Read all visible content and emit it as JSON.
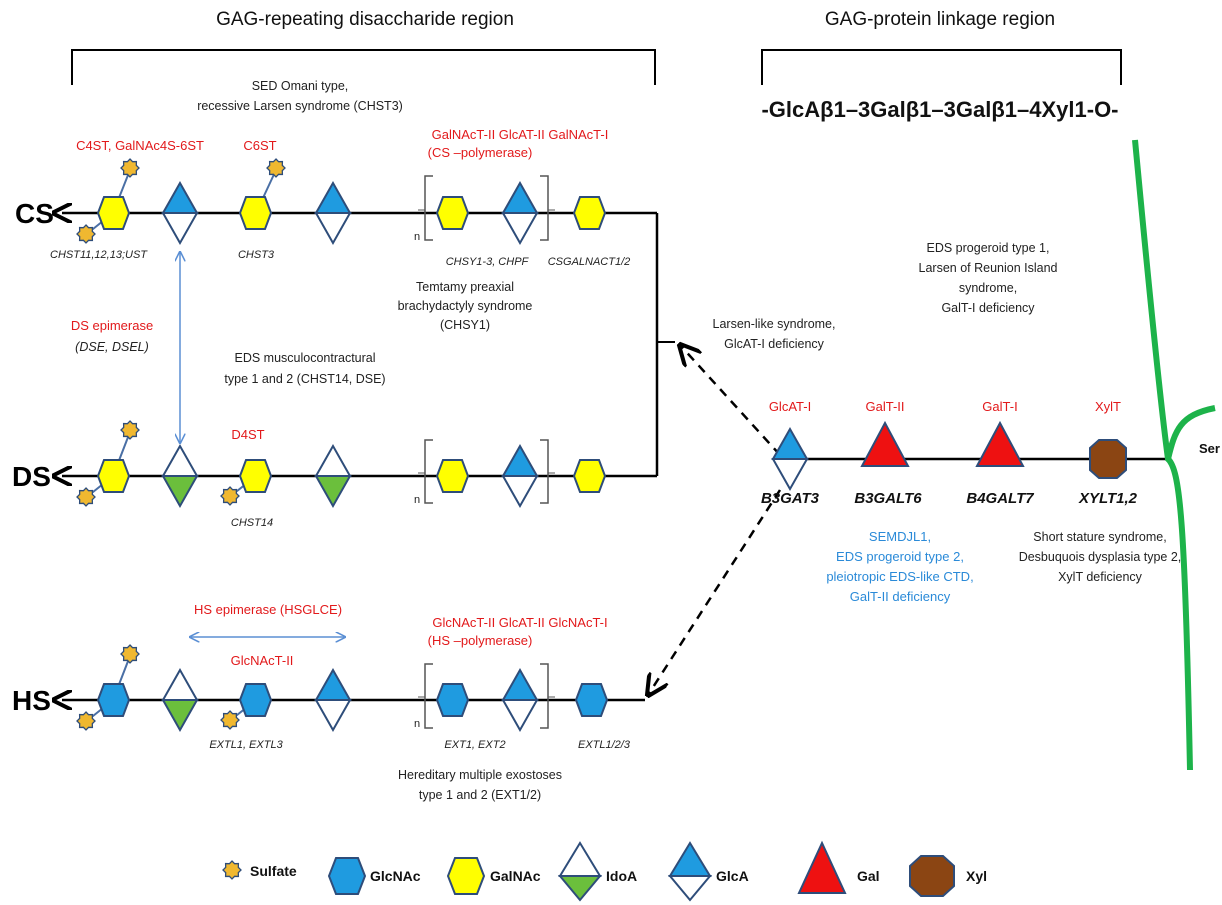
{
  "headers": {
    "repeating_region": "GAG-repeating  disaccharide region",
    "linkage_region": "GAG-protein linkage region",
    "linkage_sequence": "-GlcAβ1–3Galβ1–3Galβ1–4Xyl1-O-"
  },
  "chains": {
    "cs": "CS",
    "ds": "DS",
    "hs": "HS",
    "ser": "Ser"
  },
  "repeat_n": "n",
  "cs_row": {
    "disease_top_line1": "SED Omani type,",
    "disease_top_line2": "recessive Larsen syndrome (CHST3)",
    "enzyme_c4st": "C4ST, GalNAc4S-6ST",
    "enzyme_c6st": "C6ST",
    "enzyme_polymerase_line1": "GalNAcT-II GlcAT-II  GalNAcT-I",
    "enzyme_polymerase_line2": "(CS –polymerase)",
    "gene_chst11": "CHST11,12,13;UST",
    "gene_chst3": "CHST3",
    "gene_chsy": "CHSY1-3, CHPF",
    "gene_csgal": "CSGALNACT1/2",
    "temtamy_line1": "Temtamy preaxial",
    "temtamy_line2": "brachydactyly syndrome",
    "temtamy_line3": "(CHSY1)"
  },
  "ds_row": {
    "epimerase_line1": "DS epimerase",
    "epimerase_line2": "(DSE, DSEL)",
    "eds_line1": "EDS musculocontractural",
    "eds_line2": "type 1 and 2 (CHST14,  DSE)",
    "enzyme_d4st": "D4ST",
    "gene_chst14": "CHST14"
  },
  "hs_row": {
    "epimerase": "HS epimerase (HSGLCE)",
    "enzyme_glcnact2": "GlcNAcT-II",
    "enzyme_polymerase_line1": "GlcNAcT-II GlcAT-II  GlcNAcT-I",
    "enzyme_polymerase_line2": "(HS –polymerase)",
    "gene_extl13": "EXTL1, EXTL3",
    "gene_ext12": "EXT1, EXT2",
    "gene_extl123": "EXTL1/2/3",
    "disease_line1": "Hereditary multiple exostoses",
    "disease_line2": "type 1  and  2  (EXT1/2)"
  },
  "linkage": {
    "larsen_line1": "Larsen-like syndrome,",
    "larsen_line2": "GlcAT-I deficiency",
    "eds_pro1_line1": "EDS progeroid type 1,",
    "eds_pro1_line2": "Larsen of Reunion Island",
    "eds_pro1_line3": "syndrome,",
    "eds_pro1_line4": "GalT-I deficiency",
    "enzymes": [
      "GlcAT-I",
      "GalT-II",
      "GalT-I",
      "XylT"
    ],
    "genes": [
      "B3GAT3",
      "B3GALT6",
      "B4GALT7",
      "XYLT1,2"
    ],
    "semdjl_line1": "SEMDJL1,",
    "semdjl_line2": "EDS progeroid type 2,",
    "semdjl_line3": "pleiotropic EDS-like CTD,",
    "semdjl_line4": "GalT-II deficiency",
    "short_line1": "Short stature syndrome,",
    "short_line2": "Desbuquois dysplasia type 2,",
    "short_line3": "XylT deficiency"
  },
  "legend": {
    "sulfate": "Sulfate",
    "glcnac": "GlcNAc",
    "galnac": "GalNAc",
    "idoa": "IdoA",
    "glca": "GlcA",
    "gal": "Gal",
    "xyl": "Xyl"
  },
  "colors": {
    "glcnac": "#1f9be0",
    "galnac": "#ffff00",
    "idoa_lower": "#6bbf3c",
    "glca_upper": "#1f9be0",
    "gal": "#ee1111",
    "xyl": "#8b4513",
    "sulfate": "#f0b830",
    "ser_chain": "#1db34a",
    "enzyme_text": "#e2191b",
    "disease_blue": "#2a8ad8",
    "outline": "#2e4d7a"
  }
}
